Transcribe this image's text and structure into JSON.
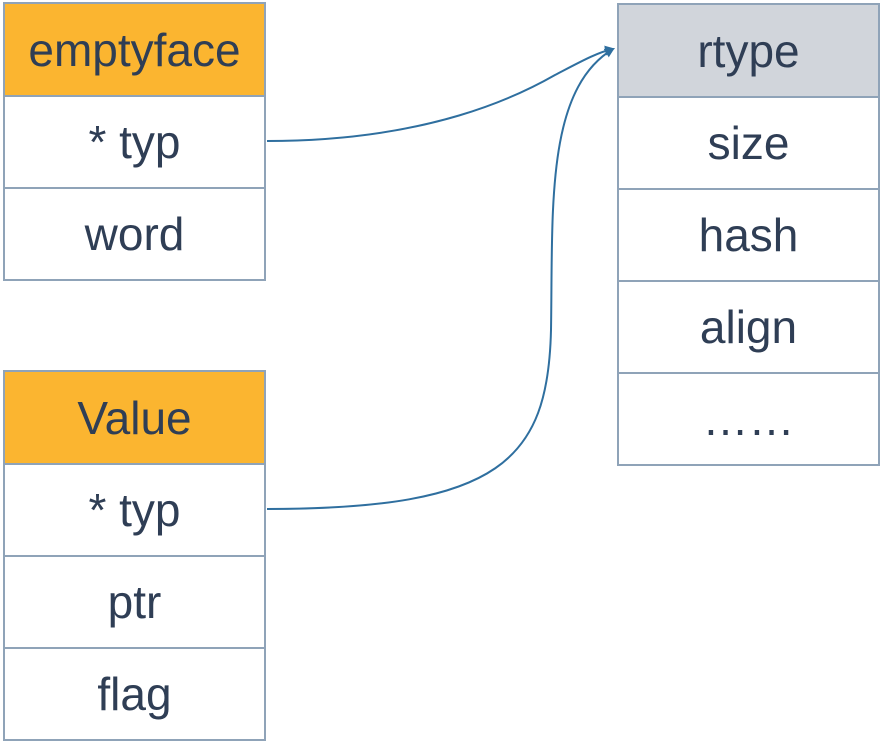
{
  "emptyface": {
    "title": "emptyface",
    "fields": [
      "* typ",
      "word"
    ]
  },
  "value": {
    "title": "Value",
    "fields": [
      "* typ",
      "ptr",
      "flag"
    ]
  },
  "rtype": {
    "title": "rtype",
    "fields": [
      "size",
      "hash",
      "align",
      "……"
    ]
  },
  "colors": {
    "header_orange": "#fbb530",
    "header_gray": "#d1d5db",
    "border": "#8fa3b8",
    "text": "#2f3e55",
    "arrow": "#2f6f9f"
  }
}
